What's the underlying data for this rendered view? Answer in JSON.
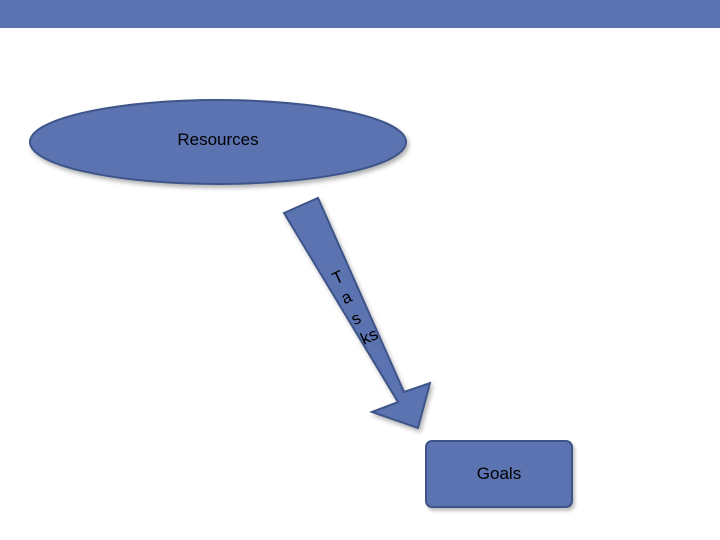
{
  "diagram": {
    "resources_label": "Resources",
    "goals_label": "Goals",
    "tasks_chars": [
      "T",
      "a",
      "s",
      "ks"
    ]
  },
  "colors": {
    "header_bar": "#5b73b1",
    "shape_fill": "#5b73b1",
    "shape_stroke": "#3d5488"
  }
}
